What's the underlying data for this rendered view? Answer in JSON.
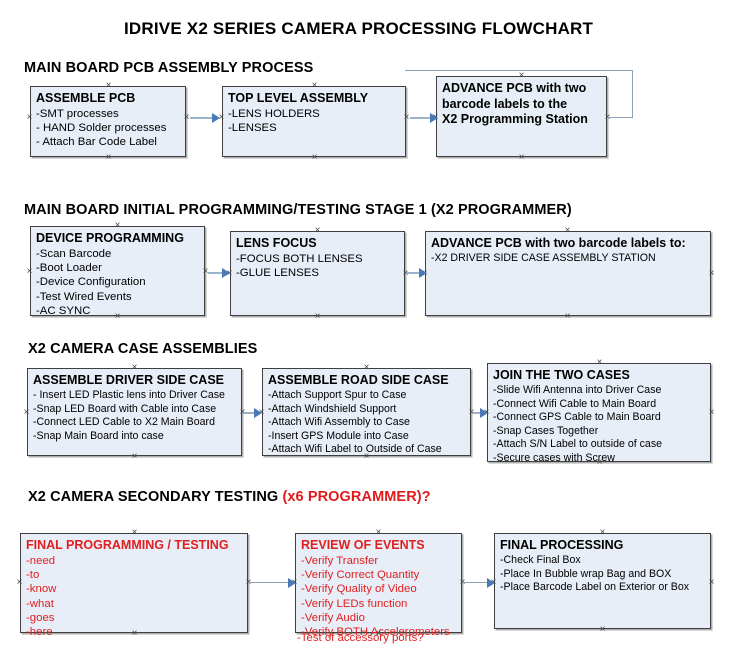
{
  "document": {
    "title": "IDRIVE X2  SERIES CAMERA PROCESSING FLOWCHART"
  },
  "sections": [
    {
      "id": "main-board-pcb-assembly",
      "header": "MAIN BOARD PCB ASSEMBLY PROCESS",
      "header_red": ""
    },
    {
      "id": "main-board-initial-programming",
      "header": "MAIN BOARD INITIAL PROGRAMMING/TESTING STAGE 1 (X2 PROGRAMMER)",
      "header_red": ""
    },
    {
      "id": "x2-camera-case-assemblies",
      "header": "X2 CAMERA CASE ASSEMBLIES",
      "header_red": ""
    },
    {
      "id": "x2-camera-secondary-testing",
      "header": "X2 CAMERA SECONDARY TESTING ",
      "header_red": "(x6 PROGRAMMER)?"
    }
  ],
  "boxes": {
    "assemble_pcb": {
      "title": "ASSEMBLE PCB",
      "lines": [
        "-SMT processes",
        "- HAND Solder processes",
        "- Attach Bar Code Label"
      ]
    },
    "top_level_assembly": {
      "title": "TOP LEVEL ASSEMBLY",
      "lines": [
        "-LENS HOLDERS",
        "-LENSES"
      ]
    },
    "advance_pcb_station": {
      "line1": "ADVANCE PCB with two",
      "line2": "barcode labels to the",
      "line3": " X2 Programming Station"
    },
    "device_programming": {
      "title": "DEVICE PROGRAMMING",
      "lines": [
        "-Scan Barcode",
        "-Boot Loader",
        "-Device Configuration",
        "-Test Wired Events",
        "-AC SYNC"
      ]
    },
    "lens_focus": {
      "title": "LENS FOCUS",
      "lines": [
        "-FOCUS BOTH LENSES",
        "-GLUE LENSES"
      ]
    },
    "advance_pcb_driver_case": {
      "title": "ADVANCE PCB with two barcode labels to:",
      "lines": [
        "-X2 DRIVER  SIDE  CASE  ASSEMBLY STATION"
      ]
    },
    "assemble_driver_side_case": {
      "title": "ASSEMBLE DRIVER SIDE CASE",
      "lines": [
        "- Insert LED Plastic lens into Driver Case",
        "-Snap LED Board with Cable into Case",
        "-Connect LED Cable to X2 Main Board",
        "-Snap Main Board into case"
      ]
    },
    "assemble_road_side_case": {
      "title": "ASSEMBLE ROAD SIDE CASE",
      "lines": [
        "-Attach Support Spur to Case",
        "-Attach Windshield Support",
        "-Attach Wifi Assembly to Case",
        "-Insert GPS Module into Case",
        "-Attach Wifi Label to Outside of Case"
      ]
    },
    "join_the_two_cases": {
      "title": "JOIN THE TWO CASES",
      "lines": [
        "-Slide Wifi Antenna into Driver Case",
        "-Connect Wifi Cable to Main Board",
        "-Connect GPS Cable to Main Board",
        "-Snap Cases Together",
        "-Attach S/N Label to outside of case",
        "-Secure cases with Screw"
      ]
    },
    "final_programming_testing": {
      "title": "FINAL PROGRAMMING / TESTING",
      "lines": [
        "-need",
        "-to",
        "-know",
        "-what",
        "-goes",
        "-here"
      ]
    },
    "review_of_events": {
      "title": "REVIEW OF EVENTS",
      "lines": [
        "-Verify Transfer",
        "-Verify Correct Quantity",
        "-Verify Quality of Video",
        "-Verify LEDs function",
        "-Verify Audio",
        "-Verify BOTH Accelerometers"
      ],
      "overflow_line": "-Test of accessory ports?"
    },
    "final_processing": {
      "title": "FINAL PROCESSING",
      "lines": [
        "-Check Final Box",
        "-Place In Bubble wrap Bag and BOX",
        "-Place Barcode Label on Exterior or Box"
      ]
    }
  },
  "colors": {
    "box_fill": "#e8eef7",
    "box_border": "#3f3f3f",
    "connector": "#9db3cc",
    "arrowhead": "#4a79b5",
    "accent_red": "#e02020",
    "text": "#000000"
  }
}
